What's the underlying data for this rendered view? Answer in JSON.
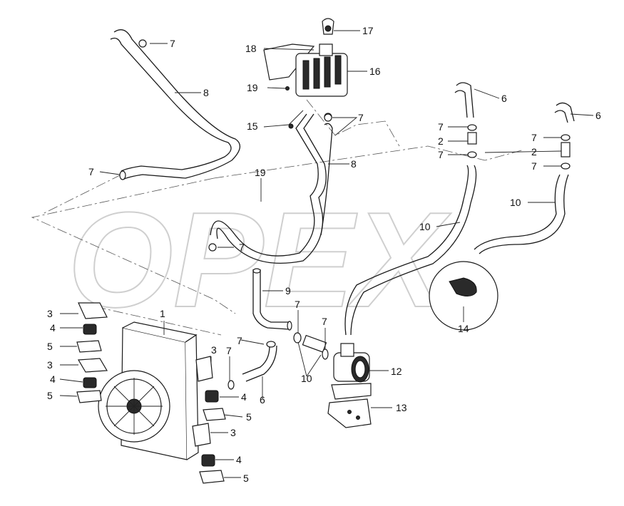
{
  "watermark": "OPEX",
  "callouts": [
    {
      "id": "c17",
      "text": "17"
    },
    {
      "id": "c18",
      "text": "18"
    },
    {
      "id": "c16",
      "text": "16"
    },
    {
      "id": "c19a",
      "text": "19"
    },
    {
      "id": "c7a",
      "text": "7"
    },
    {
      "id": "c8a",
      "text": "8"
    },
    {
      "id": "c15",
      "text": "15"
    },
    {
      "id": "c7b",
      "text": "7"
    },
    {
      "id": "c6a",
      "text": "6"
    },
    {
      "id": "c6b",
      "text": "6"
    },
    {
      "id": "c7c",
      "text": "7"
    },
    {
      "id": "c2a",
      "text": "2"
    },
    {
      "id": "c7d",
      "text": "7"
    },
    {
      "id": "c7e",
      "text": "7"
    },
    {
      "id": "c2b",
      "text": "2"
    },
    {
      "id": "c7f",
      "text": "7"
    },
    {
      "id": "c7g",
      "text": "7"
    },
    {
      "id": "c8b",
      "text": "8"
    },
    {
      "id": "c19b",
      "text": "19"
    },
    {
      "id": "c10a",
      "text": "10"
    },
    {
      "id": "c10b",
      "text": "10"
    },
    {
      "id": "c7h",
      "text": "7"
    },
    {
      "id": "c9",
      "text": "9"
    },
    {
      "id": "c7i",
      "text": "7"
    },
    {
      "id": "c7j",
      "text": "7"
    },
    {
      "id": "c14",
      "text": "14"
    },
    {
      "id": "c3a",
      "text": "3"
    },
    {
      "id": "c1",
      "text": "1"
    },
    {
      "id": "c4a",
      "text": "4"
    },
    {
      "id": "c5a",
      "text": "5"
    },
    {
      "id": "c3b",
      "text": "3"
    },
    {
      "id": "c7k",
      "text": "7"
    },
    {
      "id": "c7l",
      "text": "7"
    },
    {
      "id": "c3c",
      "text": "3"
    },
    {
      "id": "c4b",
      "text": "4"
    },
    {
      "id": "c5b",
      "text": "5"
    },
    {
      "id": "c10c",
      "text": "10"
    },
    {
      "id": "c6c",
      "text": "6"
    },
    {
      "id": "c12",
      "text": "12"
    },
    {
      "id": "c4c",
      "text": "4"
    },
    {
      "id": "c13",
      "text": "13"
    },
    {
      "id": "c5c",
      "text": "5"
    },
    {
      "id": "c3d",
      "text": "3"
    },
    {
      "id": "c4d",
      "text": "4"
    },
    {
      "id": "c5d",
      "text": "5"
    }
  ]
}
